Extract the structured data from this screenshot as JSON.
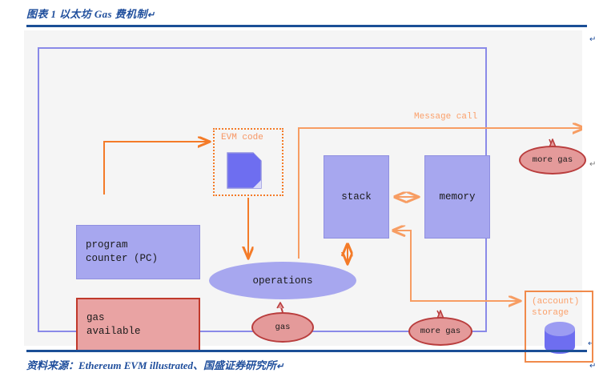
{
  "figure": {
    "title": "图表 1 以太坊 Gas 费机制",
    "title_mark": "↵",
    "source_prefix": "资料来源：",
    "source_text": "Ethereum EVM illustrated、国盛证券研究所",
    "source_mark": "↵"
  },
  "margin_marks": {
    "right_top": "↵",
    "right_middle": "↵",
    "right_bottom": "↵",
    "right_source": "↵"
  },
  "diagram": {
    "type": "flow-diagram",
    "frame_name": "evm-boundary",
    "nodes": [
      {
        "id": "program-counter",
        "label": "program\ncounter (PC)",
        "shape": "rect",
        "fill": "#a7a7ef",
        "stroke": "#8f8fe0"
      },
      {
        "id": "gas-available",
        "label": "gas\navailable",
        "shape": "rect",
        "fill": "#e9a3a3",
        "stroke": "#c0392b"
      },
      {
        "id": "evm-code",
        "label": "EVM code",
        "shape": "dashed-rect",
        "stroke": "#f47b28",
        "icon": "document-icon"
      },
      {
        "id": "operations",
        "label": "operations",
        "shape": "ellipse",
        "fill": "#a7a7ef"
      },
      {
        "id": "gas",
        "label": "gas",
        "shape": "ellipse",
        "fill": "#e49a9a",
        "stroke": "#b93d3d"
      },
      {
        "id": "more-gas-bottom",
        "label": "more gas",
        "shape": "ellipse",
        "fill": "#e49a9a",
        "stroke": "#b93d3d"
      },
      {
        "id": "more-gas-top",
        "label": "more gas",
        "shape": "ellipse",
        "fill": "#e49a9a",
        "stroke": "#b93d3d"
      },
      {
        "id": "stack",
        "label": "stack",
        "shape": "rect",
        "fill": "#a7a7ef",
        "stroke": "#8f8fe0"
      },
      {
        "id": "memory",
        "label": "memory",
        "shape": "rect",
        "fill": "#a7a7ef",
        "stroke": "#8f8fe0"
      },
      {
        "id": "storage",
        "label": "(account)\nstorage",
        "shape": "solid-rect",
        "stroke": "#f08a4b",
        "icon": "database-cylinder-icon"
      }
    ],
    "edge_labels": [
      {
        "id": "message-call",
        "text": "Message call",
        "color": "#fba06a"
      }
    ],
    "colors": {
      "purple_fill": "#a7a7ef",
      "purple_stroke": "#8f8fe0",
      "red_fill": "#e9a3a3",
      "red_stroke": "#c0392b",
      "orange": "#f47b28",
      "orange_light": "#fba06a",
      "frame_stroke": "#8a8ae8",
      "canvas_bg": "#f5f5f5",
      "accent_blue": "#1b4f96"
    }
  }
}
